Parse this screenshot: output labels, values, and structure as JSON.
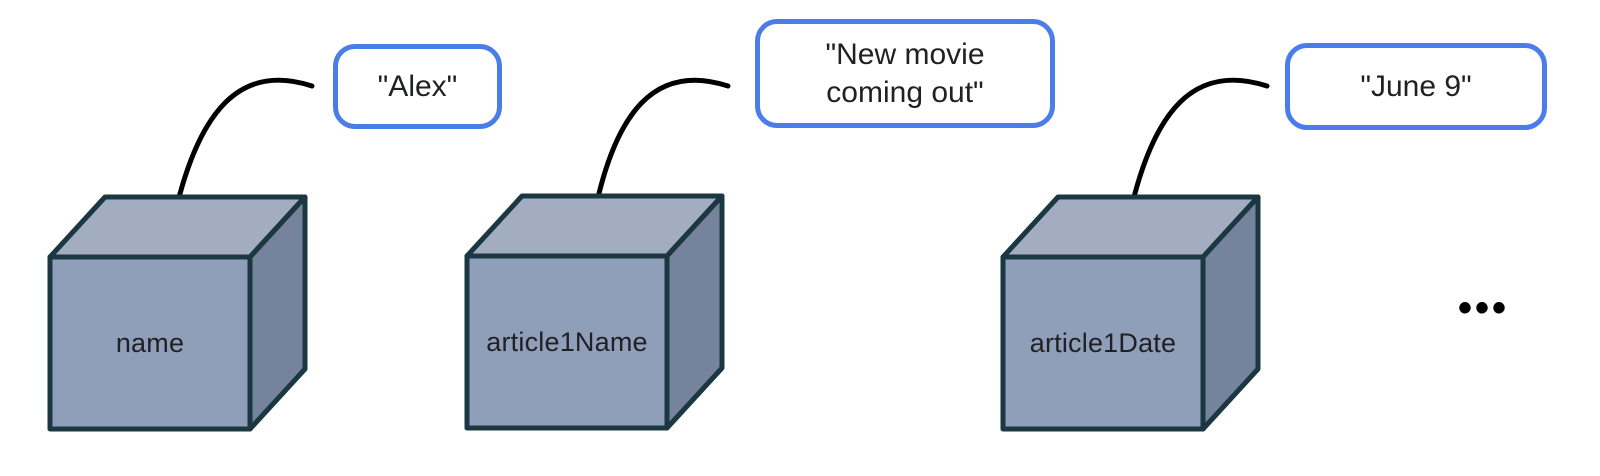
{
  "colors": {
    "background": "#ffffff",
    "bubble_border": "#4a7de8",
    "bubble_fill": "#ffffff",
    "cube_top": "#a2adc1",
    "cube_front": "#8f9eb9",
    "cube_side": "#76839d",
    "cube_outline": "#1b3742",
    "arrow": "#000000",
    "text": "#202124"
  },
  "diagram": {
    "variables": [
      {
        "name": "name",
        "value": "\"Alex\""
      },
      {
        "name": "article1Name",
        "value": "\"New movie coming out\""
      },
      {
        "name": "article1Date",
        "value": "\"June 9\""
      }
    ],
    "ellipsis": "•••"
  }
}
